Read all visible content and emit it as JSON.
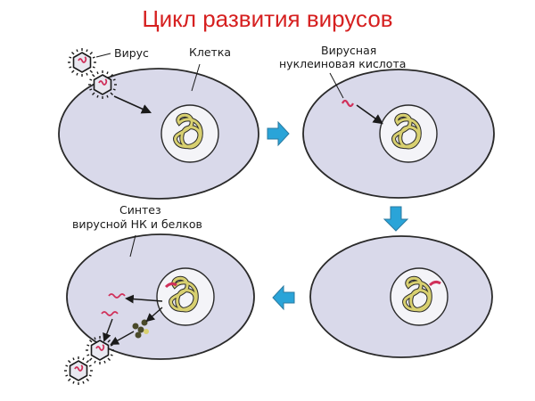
{
  "title": "Цикл развития вирусов",
  "labels": {
    "virus": "Вирус",
    "cell": "Клетка",
    "viral_na_line1": "Вирусная",
    "viral_na_line2": "нуклеиновая кислота",
    "synthesis_line1": "Синтез",
    "synthesis_line2": "вирусной НК и белков"
  },
  "colors": {
    "title": "#d62020",
    "cell_fill": "#d9d9ea",
    "cell_stroke": "#2a2a2a",
    "nucleus_fill": "#f4f4f8",
    "chromatin": "#d8d070",
    "viral_na": "#d0305a",
    "step_arrow": "#2aa4d8"
  },
  "icons": [
    "virus-particle-icon",
    "step-arrow-right-icon",
    "step-arrow-down-icon",
    "step-arrow-left-icon"
  ]
}
